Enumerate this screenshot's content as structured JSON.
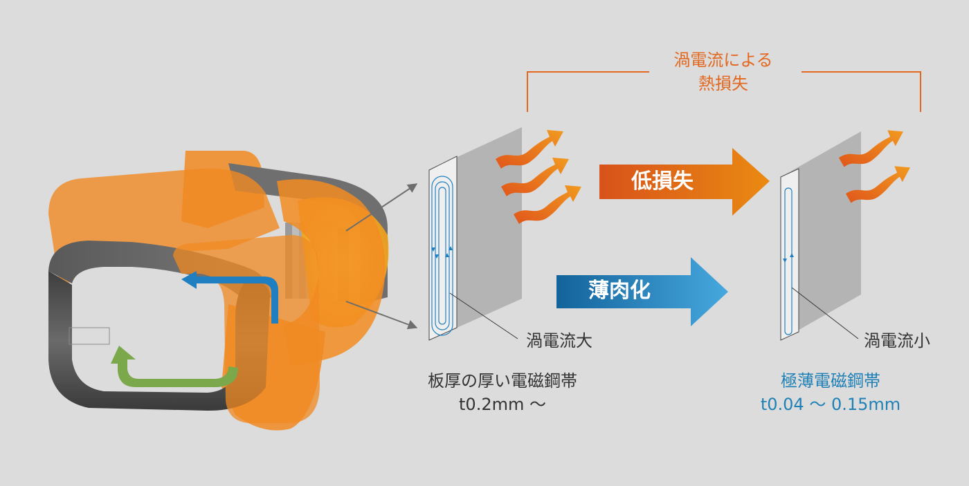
{
  "heat_loss_label": [
    "渦電流による",
    "熱損失"
  ],
  "low_loss_label": "低損失",
  "thinning_label": "薄肉化",
  "eddy_large_label": "渦電流大",
  "eddy_small_label": "渦電流小",
  "thick_strip": {
    "name": "板厚の厚い電磁鋼帯",
    "thickness": "t0.2mm ～"
  },
  "thin_strip": {
    "name": "極薄電磁鋼帯",
    "thickness": "t0.04 ～ 0.15mm"
  },
  "colors": {
    "background": "#dcdcdc",
    "orange": "#e2671f",
    "blue": "#1f80b6",
    "text": "#333333",
    "core_gray": "#5a5a5a",
    "green_arrow": "#7aa84a"
  }
}
